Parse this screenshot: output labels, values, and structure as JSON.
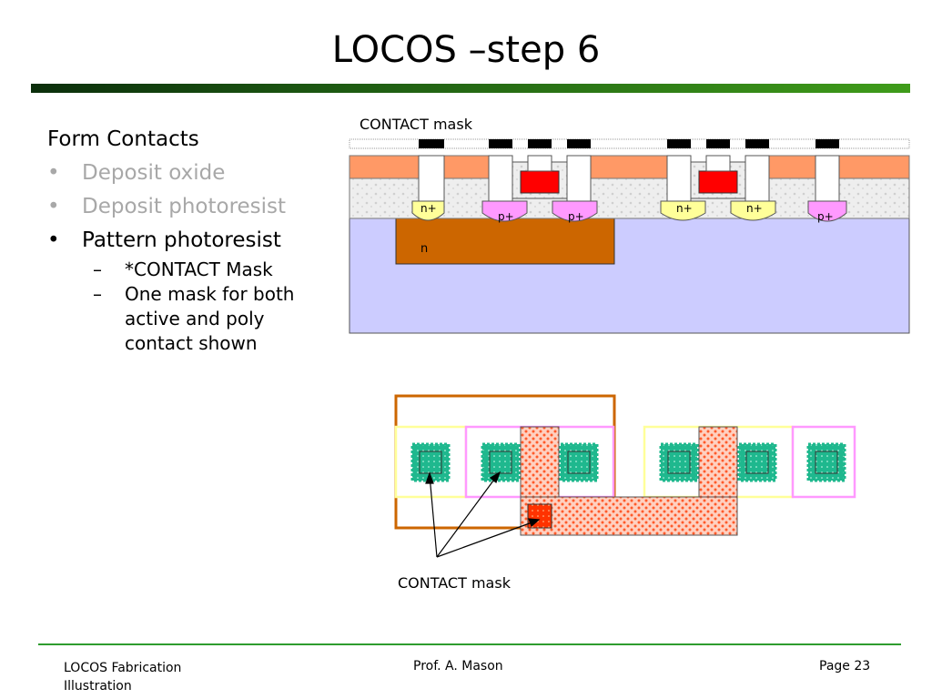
{
  "title": "LOCOS –step 6",
  "bullets": {
    "heading": "Form Contacts",
    "items": [
      {
        "text": "Deposit oxide",
        "style": "grey"
      },
      {
        "text": "Deposit photoresist",
        "style": "grey"
      },
      {
        "text": "Pattern photoresist",
        "style": "black"
      }
    ],
    "sub_items": [
      "*CONTACT Mask",
      "One mask for both active and poly contact shown"
    ]
  },
  "cross_section": {
    "mask_label": "CONTACT mask",
    "region_labels": {
      "n_plus": "n+",
      "p_plus": "p+",
      "n_well": "n"
    }
  },
  "layout_view": {
    "mask_label": "CONTACT mask"
  },
  "colors": {
    "substrate": "#ccccff",
    "n_well": "#cc6600",
    "n_plus": "#ffff99",
    "p_plus": "#ff99ff",
    "oxide_top": "#ff9966",
    "gate": "#ff0000",
    "contact": "#1fb88e",
    "poly": "#ff6633",
    "accent_green": "#2e9c2e"
  },
  "footer": {
    "left": "LOCOS Fabrication Illustration",
    "center": "Prof. A. Mason",
    "right": "Page 23"
  }
}
